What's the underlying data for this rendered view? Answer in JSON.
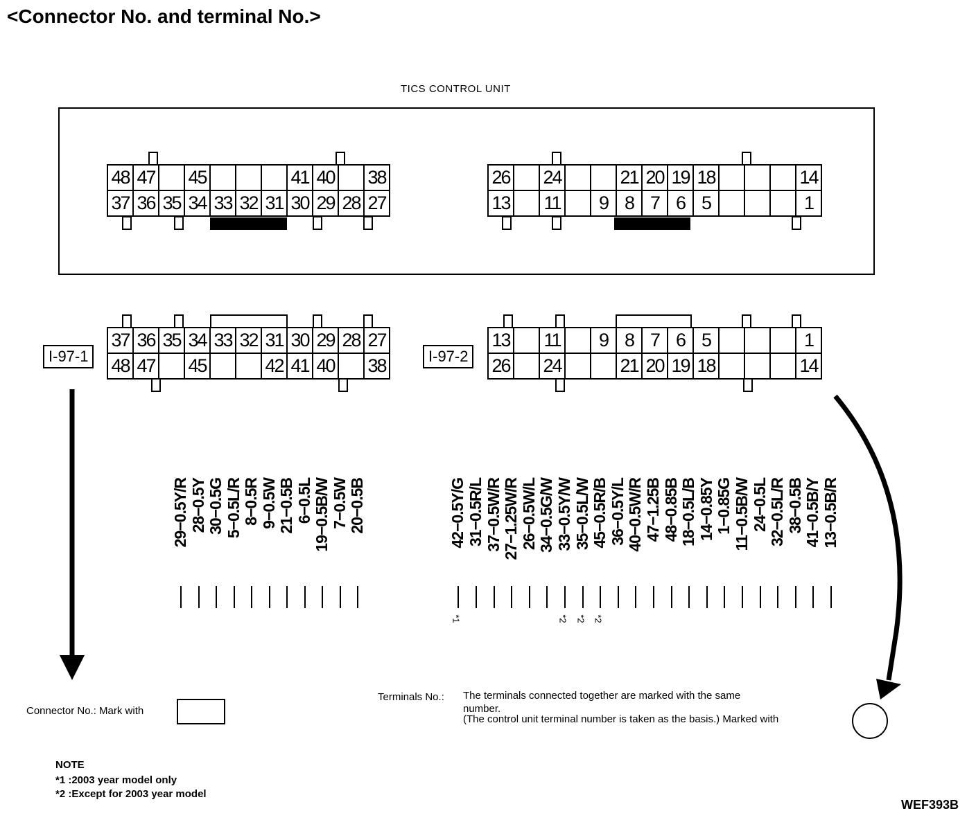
{
  "title": "<Connector No. and terminal No.>",
  "unit_label": "TICS CONTROL UNIT",
  "unit_connectors": {
    "left": {
      "top_row": [
        "48",
        "47",
        "",
        "45",
        "",
        "",
        "",
        "41",
        "40",
        "",
        "38"
      ],
      "bottom_row": [
        "37",
        "36",
        "35",
        "34",
        "33",
        "32",
        "31",
        "30",
        "29",
        "28",
        "27"
      ]
    },
    "right": {
      "top_row": [
        "26",
        "",
        "24",
        "",
        "",
        "21",
        "20",
        "19",
        "18",
        "",
        "",
        "",
        "14"
      ],
      "bottom_row": [
        "13",
        "",
        "11",
        "",
        "9",
        "8",
        "7",
        "6",
        "5",
        "",
        "",
        "",
        "1"
      ]
    }
  },
  "harness_connectors": {
    "left": {
      "label": "I-97-1",
      "top_row": [
        "37",
        "36",
        "35",
        "34",
        "33",
        "32",
        "31",
        "30",
        "29",
        "28",
        "27"
      ],
      "bottom_row": [
        "48",
        "47",
        "",
        "45",
        "",
        "",
        "42",
        "41",
        "40",
        "",
        "38"
      ]
    },
    "right": {
      "label": "I-97-2",
      "top_row": [
        "13",
        "",
        "11",
        "",
        "9",
        "8",
        "7",
        "6",
        "5",
        "",
        "",
        "",
        "1"
      ],
      "bottom_row": [
        "26",
        "",
        "24",
        "",
        "",
        "21",
        "20",
        "19",
        "18",
        "",
        "",
        "",
        "14"
      ]
    }
  },
  "wires_left": [
    {
      "text": "20−0.5B",
      "note": ""
    },
    {
      "text": "7−0.5W",
      "note": ""
    },
    {
      "text": "19−0.5B/W",
      "note": ""
    },
    {
      "text": "6−0.5L",
      "note": ""
    },
    {
      "text": "21−0.5B",
      "note": ""
    },
    {
      "text": "9−0.5W",
      "note": ""
    },
    {
      "text": "8−0.5R",
      "note": ""
    },
    {
      "text": "5−0.5L/R",
      "note": ""
    },
    {
      "text": "30−0.5G",
      "note": ""
    },
    {
      "text": "28−0.5Y",
      "note": ""
    },
    {
      "text": "29−0.5Y/R",
      "note": ""
    }
  ],
  "wires_right": [
    {
      "text": "13−0.5B/R",
      "note": ""
    },
    {
      "text": "41−0.5B/Y",
      "note": ""
    },
    {
      "text": "38−0.5B",
      "note": ""
    },
    {
      "text": "32−0.5L/R",
      "note": ""
    },
    {
      "text": "24−0.5L",
      "note": ""
    },
    {
      "text": "11−0.5B/W",
      "note": ""
    },
    {
      "text": "1−0.85G",
      "note": ""
    },
    {
      "text": "14−0.85Y",
      "note": ""
    },
    {
      "text": "18−0.5L/B",
      "note": ""
    },
    {
      "text": "48−0.85B",
      "note": ""
    },
    {
      "text": "47−1.25B",
      "note": ""
    },
    {
      "text": "40−0.5W/R",
      "note": ""
    },
    {
      "text": "36−0.5Y/L",
      "note": ""
    },
    {
      "text": "45−0.5R/B",
      "note": "*2"
    },
    {
      "text": "35−0.5L/W",
      "note": "*2"
    },
    {
      "text": "33−0.5Y/W",
      "note": "*2"
    },
    {
      "text": "34−0.5G/W",
      "note": ""
    },
    {
      "text": "26−0.5W/L",
      "note": ""
    },
    {
      "text": "27−1.25W/R",
      "note": ""
    },
    {
      "text": "37−0.5W/R",
      "note": ""
    },
    {
      "text": "31−0.5R/L",
      "note": ""
    },
    {
      "text": "42−0.5Y/G",
      "note": "*1"
    }
  ],
  "legend": {
    "connector_no": "Connector No.: Mark with",
    "terminals_label": "Terminals No.:",
    "terminals_line1": "The terminals connected together are marked with the same",
    "terminals_line2": "number.",
    "terminals_line3": "(The control unit terminal number is taken as the basis.) Marked with"
  },
  "notes": {
    "heading": "NOTE",
    "note1": "*1 :2003 year model only",
    "note2": "*2 :Except for 2003 year model"
  },
  "figure_id": "WEF393B"
}
